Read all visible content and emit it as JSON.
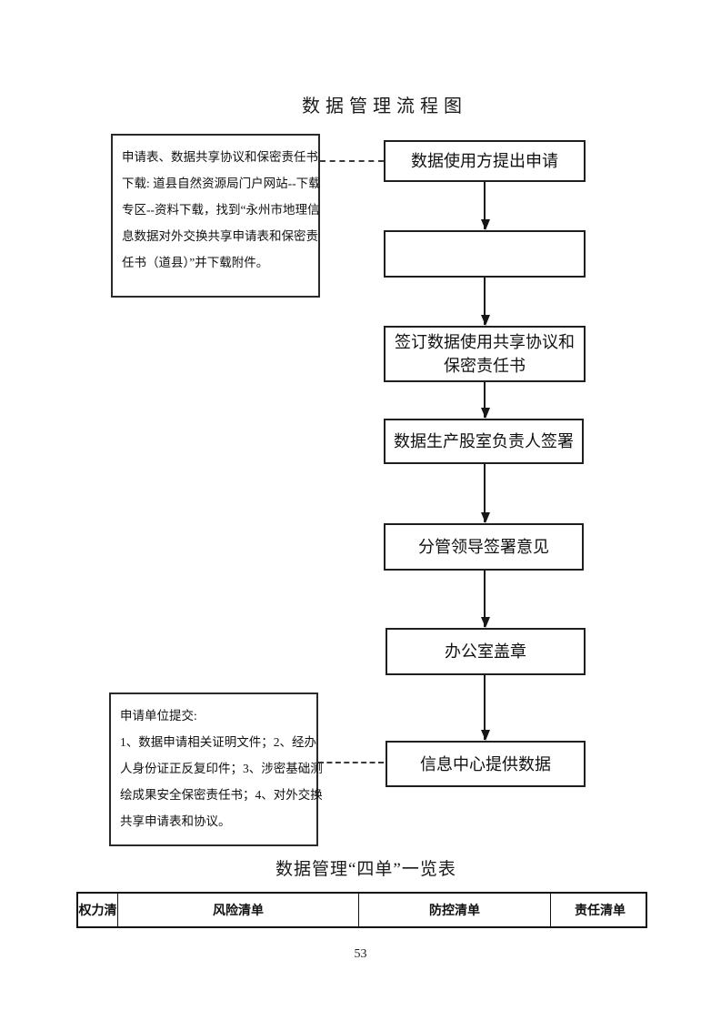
{
  "flowchart": {
    "title": "数据管理流程图",
    "notes": [
      {
        "lines": [
          "申请表、数据共享协议和保密责任书",
          "下载: 道县自然资源局门户网站--下载",
          "专区--资料下载，找到“永州市地理信",
          "息数据对外交换共享申请表和保密责",
          "任书（道县）”并下载附件。"
        ]
      },
      {
        "lines": [
          "申请单位提交:",
          "1、数据申请相关证明文件；2、经办",
          "人身份证正反复印件；3、涉密基础测",
          "绘成果安全保密责任书；4、对外交换",
          "共享申请表和协议。"
        ]
      }
    ],
    "steps": [
      {
        "label": "数据使用方提出申请"
      },
      {
        "label": ""
      },
      {
        "label": "签订数据使用共享协议和保密责任书"
      },
      {
        "label": "数据生产股室负责人签署"
      },
      {
        "label": "分管领导签署意见"
      },
      {
        "label": "办公室盖章"
      },
      {
        "label": "信息中心提供数据"
      }
    ]
  },
  "table": {
    "title": "数据管理“四单”一览表",
    "headers": [
      "权力清",
      "风险清单",
      "防控清单",
      "责任清单"
    ]
  },
  "page": {
    "number": "53"
  }
}
